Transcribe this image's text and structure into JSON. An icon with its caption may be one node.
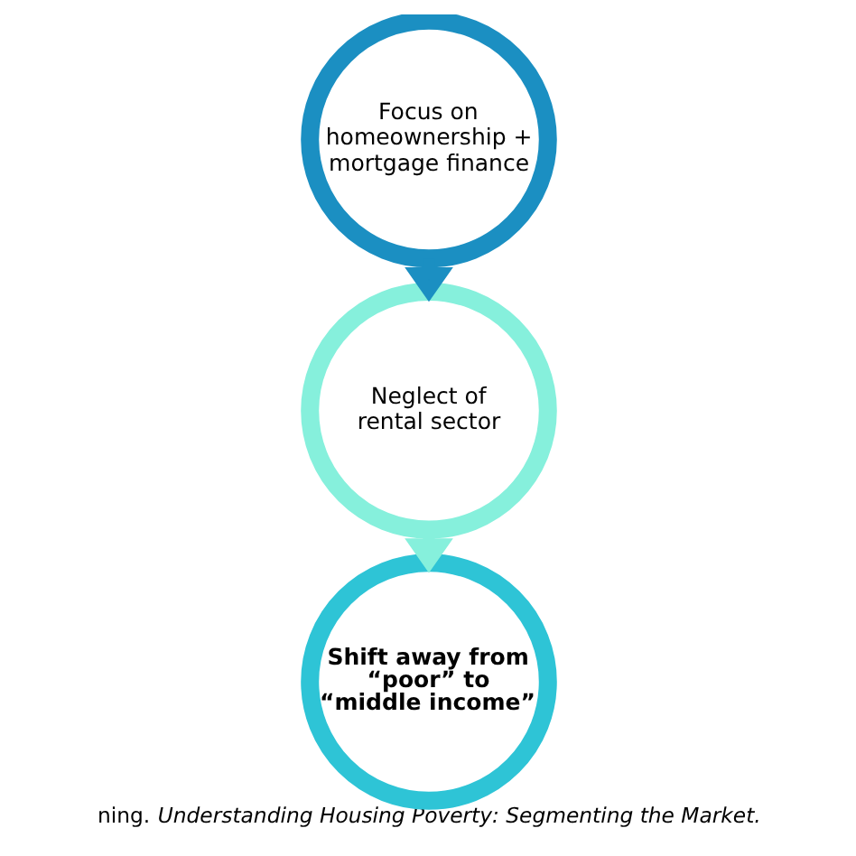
{
  "diagram": {
    "caption": "ning. *Understanding Housing Poverty: Segmenting the Market.*",
    "nodes": [
      {
        "text": [
          "Focus on homeownership + mortgage finance"
        ]
      },
      {
        "text": [
          "Neglect of rental sector"
        ]
      },
      {
        "text": [
          "Shift away from “poor” to “middle income”"
        ]
      }
    ],
    "edges": [
      {
        "from": 0,
        "to": 1,
        "arrow": "to",
        "style": "thick",
        "color": "#1b8fc2"
      },
      {
        "from": 1,
        "to": 2,
        "arrow": "to",
        "style": "thick",
        "color": "#86f0dc"
      }
    ]
  }
}
